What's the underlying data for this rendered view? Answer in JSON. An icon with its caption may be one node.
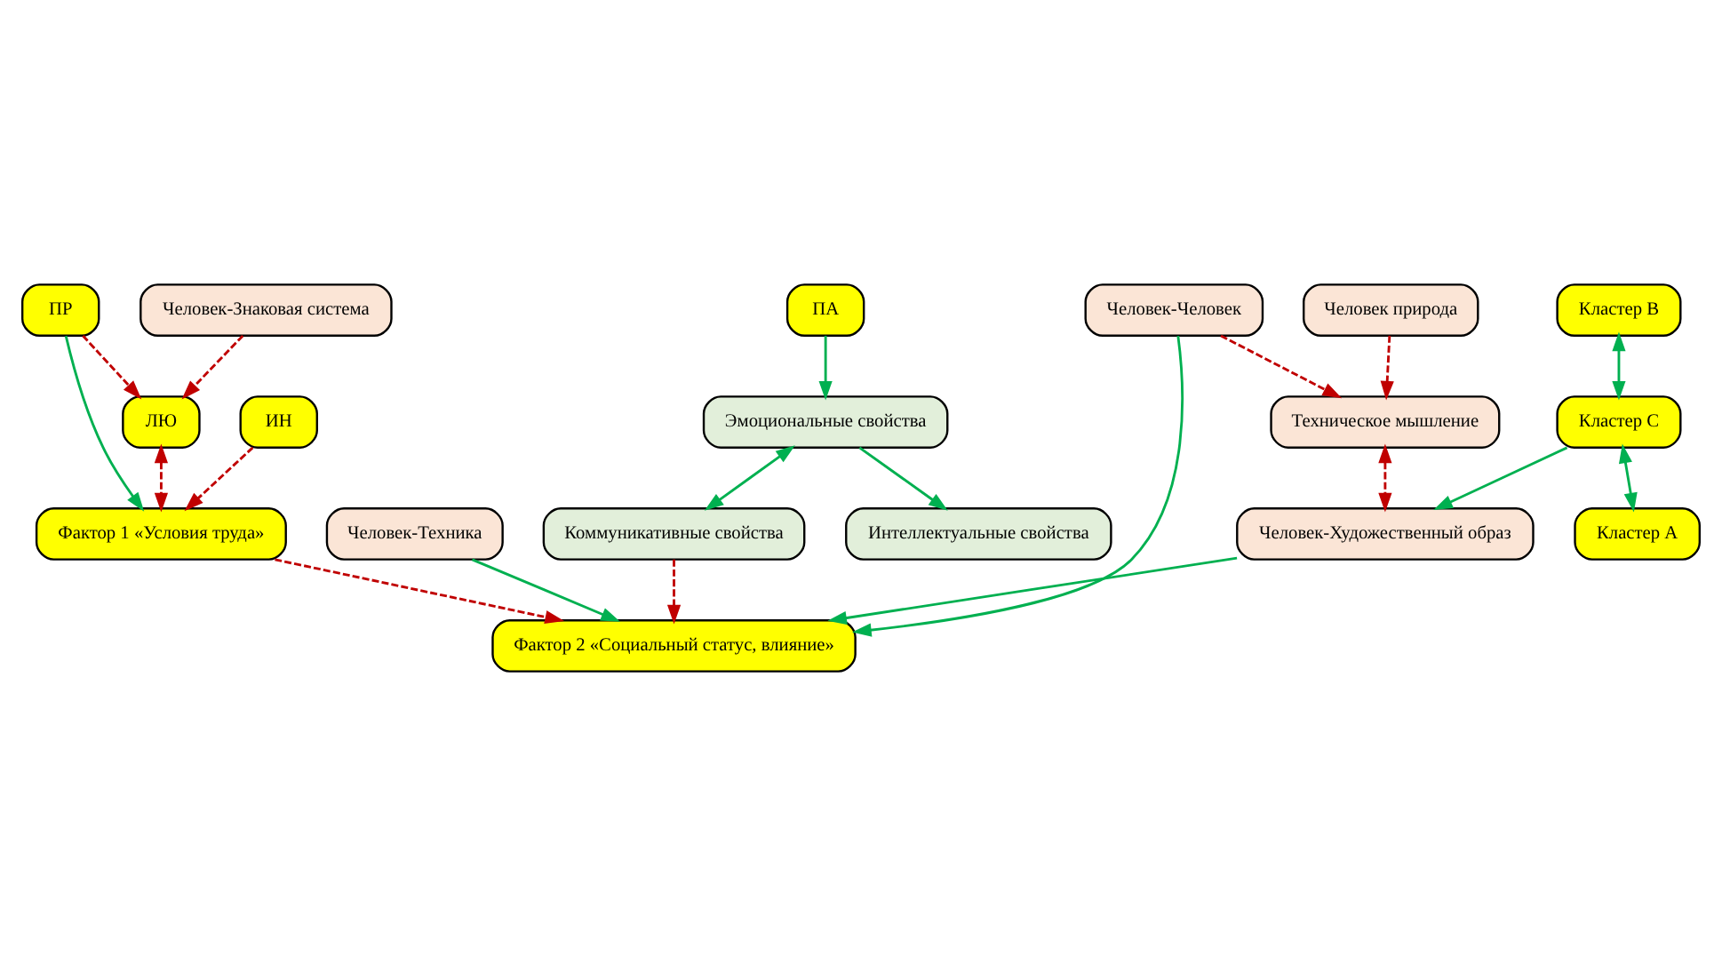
{
  "diagram": {
    "nodes": [
      {
        "text": [
          "ПР"
        ]
      },
      {
        "text": [
          "Фактор 1 «Условия труда»"
        ]
      },
      {
        "text": [
          "ИН"
        ]
      },
      {
        "text": [
          "Кластер A"
        ]
      },
      {
        "text": [
          "Кластер B"
        ]
      },
      {
        "text": [
          "Кластер C"
        ]
      },
      {
        "text": [
          "Фактор 2 «Социальный статус, влияние»"
        ]
      },
      {
        "text": [
          "ПА"
        ]
      },
      {
        "text": [
          "Человек-Техника"
        ]
      },
      {
        "text": [
          "Эмоциональные свойства"
        ]
      },
      {
        "text": [
          "Коммуникативные свойства"
        ]
      },
      {
        "text": [
          "Человек-Человек"
        ]
      },
      {
        "text": [
          "Человек-Художественный образ"
        ]
      },
      {
        "text": [
          "Интеллектуальные свойства"
        ]
      },
      {
        "text": [
          "Техническое мышление"
        ]
      },
      {
        "text": [
          "ЛЮ"
        ]
      },
      {
        "text": [
          "Человек-Знаковая система"
        ]
      },
      {
        "text": [
          "Человек природа"
        ]
      }
    ],
    "edges": [
      {
        "from": 0,
        "to": 1,
        "arrow": "to"
      },
      {
        "from": 2,
        "to": 1,
        "arrow": "to",
        "style": "dashed",
        "color": "#c00000"
      },
      {
        "from": 1,
        "to": 6,
        "arrow": "to",
        "style": "dashed",
        "color": "#c00000"
      },
      {
        "from": 15,
        "to": 1,
        "arrow": "both",
        "style": "dashed",
        "color": "#c00000"
      },
      {
        "from": 0,
        "to": 15,
        "arrow": "to",
        "style": "dashed",
        "color": "#c00000"
      },
      {
        "from": 5,
        "to": 3,
        "arrow": "both"
      },
      {
        "from": 4,
        "to": 5,
        "arrow": "both"
      },
      {
        "from": 5,
        "to": 12,
        "arrow": "to"
      },
      {
        "from": 8,
        "to": 6,
        "arrow": "to"
      },
      {
        "from": 11,
        "to": 6,
        "arrow": "to"
      },
      {
        "from": 12,
        "to": 6,
        "arrow": "to"
      },
      {
        "from": 7,
        "to": 9,
        "arrow": "to"
      },
      {
        "from": 9,
        "to": 10,
        "arrow": "both"
      },
      {
        "from": 9,
        "to": 13,
        "arrow": "to"
      },
      {
        "from": 10,
        "to": 6,
        "arrow": "to",
        "style": "dashed",
        "color": "#c00000"
      },
      {
        "from": 11,
        "to": 14,
        "arrow": "to",
        "style": "dashed",
        "color": "#c00000"
      },
      {
        "from": 14,
        "to": 12,
        "arrow": "both",
        "style": "dashed",
        "color": "#c00000"
      },
      {
        "from": 17,
        "to": 14,
        "arrow": "to",
        "style": "dashed",
        "color": "#c00000"
      },
      {
        "from": 16,
        "to": 15,
        "arrow": "to",
        "style": "dashed",
        "color": "#c00000"
      }
    ]
  }
}
